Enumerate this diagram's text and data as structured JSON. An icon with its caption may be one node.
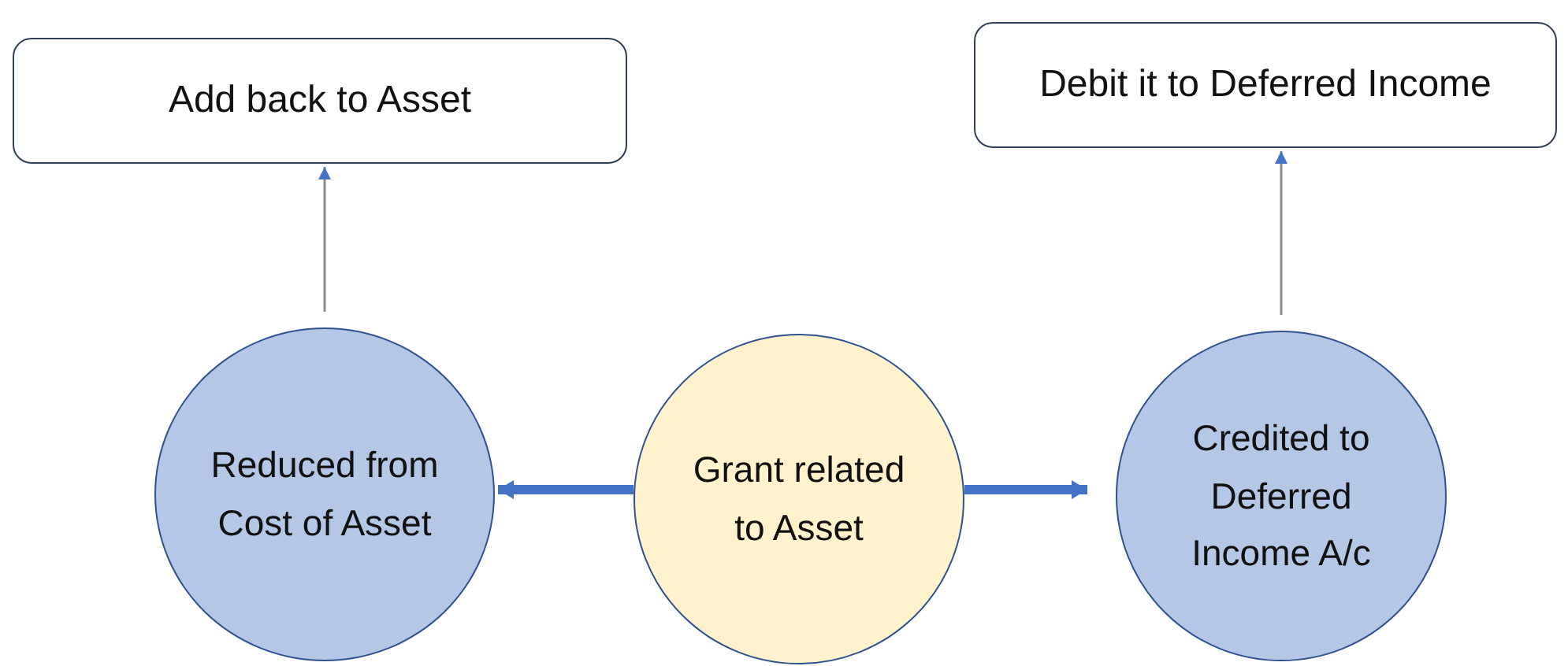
{
  "diagram": {
    "nodes": [
      {
        "text": [
          "Add back to Asset"
        ]
      },
      {
        "text": [
          "Debit it to Deferred Income"
        ]
      },
      {
        "text": [
          "Reduced from Cost of Asset"
        ]
      },
      {
        "text": [
          "Grant related to Asset"
        ]
      },
      {
        "text": [
          "Credited to Deferred Income A/c"
        ]
      }
    ],
    "edges": [
      {
        "from": 2,
        "to": 0,
        "arrow": "to"
      },
      {
        "from": 4,
        "to": 1,
        "arrow": "to"
      },
      {
        "from": 3,
        "to": 2,
        "arrow": "to",
        "style": "thick"
      },
      {
        "from": 3,
        "to": 4,
        "arrow": "to",
        "style": "thick"
      }
    ]
  }
}
